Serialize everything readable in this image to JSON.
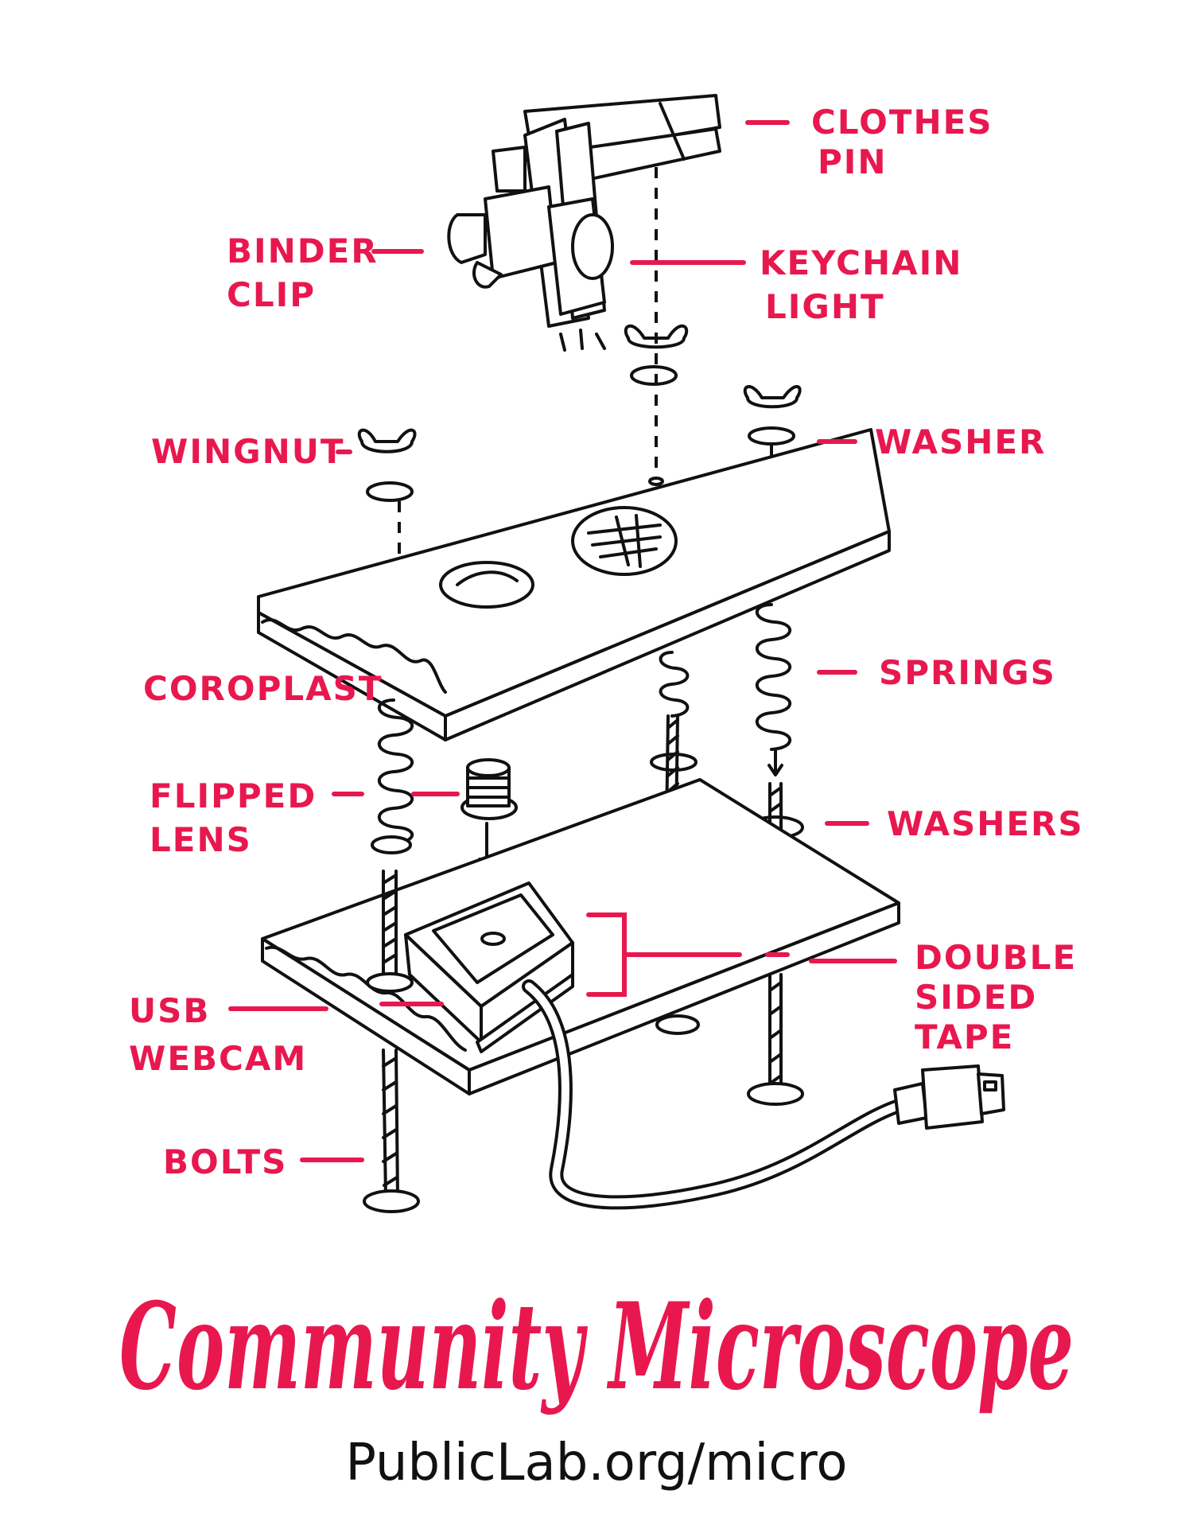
{
  "labels": {
    "clothes_pin": [
      "CLOTHES",
      "PIN"
    ],
    "binder_clip": [
      "BINDER",
      "CLIP"
    ],
    "keychain_light": [
      "KEYCHAIN",
      "LIGHT"
    ],
    "wingnut": "WINGNUT",
    "washer": "WASHER",
    "coroplast": "COROPLAST",
    "springs": "SPRINGS",
    "flipped_lens": [
      "FLIPPED",
      "LENS"
    ],
    "washers": "WASHERS",
    "usb_webcam": [
      "USB",
      "WEBCAM"
    ],
    "double_sided_tape": [
      "DOUBLE",
      "SIDED",
      "TAPE"
    ],
    "bolts": "BOLTS"
  },
  "title": "Community Microscope",
  "url": "PublicLab.org/micro",
  "colors": {
    "ink": "#111111",
    "accent": "#e8184f",
    "background": "#ffffff"
  }
}
